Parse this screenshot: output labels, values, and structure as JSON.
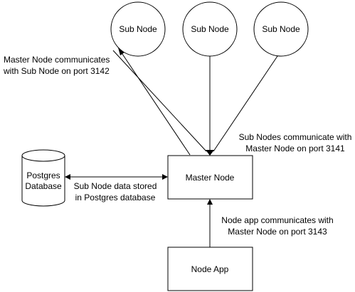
{
  "nodes": {
    "sub_node_1": "Sub Node",
    "sub_node_2": "Sub Node",
    "sub_node_3": "Sub Node",
    "master_node": "Master Node",
    "node_app": "Node App",
    "database_line1": "Postgres",
    "database_line2": "Database"
  },
  "labels": {
    "master_to_sub_line1": "Master Node communicates",
    "master_to_sub_line2": "with Sub Node on port 3142",
    "subs_to_master_line1": "Sub Nodes communicate with",
    "subs_to_master_line2": "Master Node on port 3141",
    "db_link_line1": "Sub Node data stored",
    "db_link_line2": "in Postgres database",
    "app_to_master_line1": "Node app communicates with",
    "app_to_master_line2": "Master Node on port 3143"
  }
}
